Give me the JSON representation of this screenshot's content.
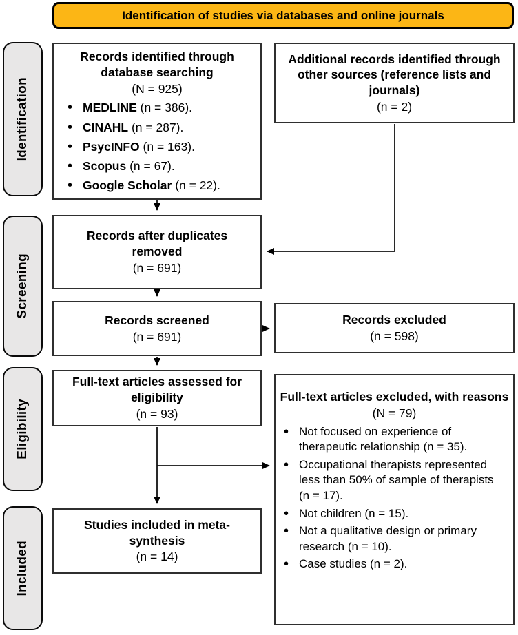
{
  "banner": {
    "title": "Identification of studies via databases and online journals"
  },
  "stages": {
    "identification": "Identification",
    "screening": "Screening",
    "eligibility": "Eligibility",
    "included": "Included"
  },
  "boxes": {
    "database_search": {
      "title": "Records identified through database searching",
      "count": "(N = 925)",
      "bullets": [
        {
          "bold": "MEDLINE",
          "text": " (n = 386)."
        },
        {
          "bold": "CINAHL",
          "text": " (n = 287)."
        },
        {
          "bold": "PsycINFO",
          "text": " (n = 163)."
        },
        {
          "bold": "Scopus",
          "text": " (n = 67)."
        },
        {
          "bold": "Google Scholar",
          "text": " (n = 22)."
        }
      ]
    },
    "other_sources": {
      "title": "Additional records identified through other sources (reference lists and journals)",
      "count": "(n = 2)"
    },
    "duplicates_removed": {
      "title": "Records after duplicates removed",
      "count": "(n = 691)"
    },
    "records_screened": {
      "title": "Records screened",
      "count": "(n = 691)"
    },
    "records_excluded": {
      "title": "Records excluded",
      "count": "(n = 598)"
    },
    "fulltext_assessed": {
      "title": "Full-text articles assessed for eligibility",
      "count": "(n = 93)"
    },
    "fulltext_excluded": {
      "title": "Full-text articles excluded, with reasons",
      "count": "(N = 79)",
      "bullets": [
        "Not focused on experience of therapeutic relationship (n = 35).",
        "Occupational therapists represented less than 50% of sample of therapists (n = 17).",
        "Not children (n = 15).",
        "Not a qualitative design or primary research (n = 10).",
        "Case studies (n = 2)."
      ]
    },
    "included_studies": {
      "title": "Studies included in meta-synthesis",
      "count": "(n = 14)"
    }
  },
  "colors": {
    "banner_fill": "#FCB615",
    "stage_fill": "#E8E7E7",
    "box_border": "#2F2F2F",
    "line_color": "#111111"
  }
}
